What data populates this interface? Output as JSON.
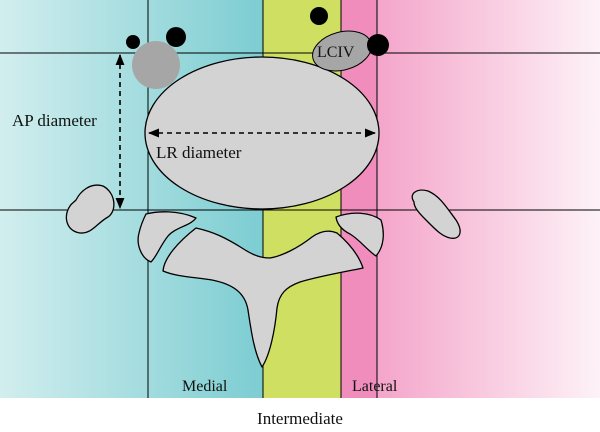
{
  "labels": {
    "ap_diameter": "AP diameter",
    "lr_diameter": "LR diameter",
    "lciv": "LCIV",
    "medial": "Medial",
    "lateral": "Lateral",
    "intermediate": "Intermediate"
  },
  "colors": {
    "left_gradient_start": "#d2eeee",
    "left_gradient_end": "#7ccdd2",
    "intermediate_zone": "#cfdf62",
    "lateral_zone": "#f08dbc",
    "right_gradient_start": "#f4a5ca",
    "right_gradient_end": "#fdf2f7",
    "bone_fill": "#d3d3d4",
    "vessel_fill": "#a6a6a6",
    "black_dot": "#000000",
    "line": "#000000"
  }
}
